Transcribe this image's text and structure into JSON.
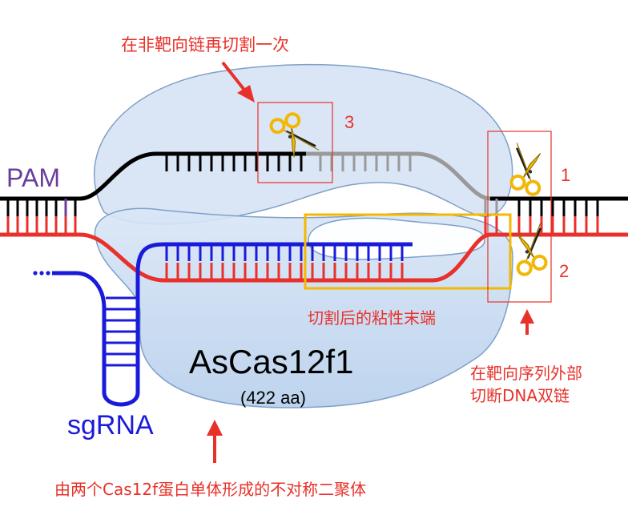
{
  "labels": {
    "pam": "PAM",
    "sgrna": "sgRNA",
    "protein_name": "AsCas12f1",
    "protein_size": "(422 aa)",
    "cut_nontarget_again": "在非靶向链再切割一次",
    "sticky_ends": "切割后的粘性末端",
    "cut_outside_line1": "在靶向序列外部",
    "cut_outside_line2": "切断DNA双链",
    "dimer_note": "由两个Cas12f蛋白单体形成的不对称二聚体"
  },
  "cut_sites": [
    "1",
    "2",
    "3"
  ],
  "colors": {
    "non_target_strand": "#000000",
    "cleaved_strand": "#999999",
    "target_strand": "#e8312a",
    "sgrna": "#1a1adb",
    "pam_text": "#6a3d9a",
    "protein_fill": "#bcd3ee",
    "annotation": "#e8312a",
    "highlight_box": "#f5b800",
    "scissors": "#f2b705"
  }
}
